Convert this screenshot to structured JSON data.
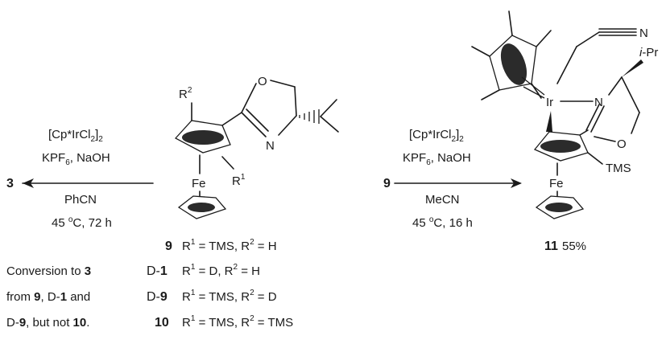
{
  "reaction_left": {
    "product": "3",
    "conditions": [
      "[Cp*IrCl2]2",
      "KPF6, NaOH",
      "PhCN",
      "45 oC, 72 h"
    ]
  },
  "substrate": {
    "r2": "R2",
    "r1": "R1",
    "o": "O",
    "n": "N",
    "fe": "Fe"
  },
  "substrate_variants": [
    {
      "id": "9",
      "prefix": "",
      "r1": "TMS",
      "r2": "H"
    },
    {
      "id": "1",
      "prefix": "D-",
      "r1": "D",
      "r2": "H"
    },
    {
      "id": "9",
      "prefix": "D-",
      "r1": "TMS",
      "r2": "D"
    },
    {
      "id": "10",
      "prefix": "",
      "r1": "TMS",
      "r2": "TMS"
    }
  ],
  "note": {
    "line1_text": "Conversion to ",
    "line1_bold": "3",
    "line2_text": "from ",
    "line2_bold1": "9",
    "line2_mid": ", D-",
    "line2_bold2": "1",
    "line2_end": " and",
    "line3_start": "D-",
    "line3_bold1": "9",
    "line3_mid": ", but not ",
    "line3_bold2": "10",
    "line3_end": "."
  },
  "reaction_right": {
    "reactant": "9",
    "conditions": [
      "[Cp*IrCl2]2",
      "KPF6, NaOH",
      "MeCN",
      "45 oC, 16 h"
    ]
  },
  "product_complex": {
    "n_nitrile": "N",
    "ipr": "i-Pr",
    "ir": "Ir",
    "n": "N",
    "o": "O",
    "tms": "TMS",
    "fe": "Fe",
    "id": "11",
    "yield": "55%"
  }
}
